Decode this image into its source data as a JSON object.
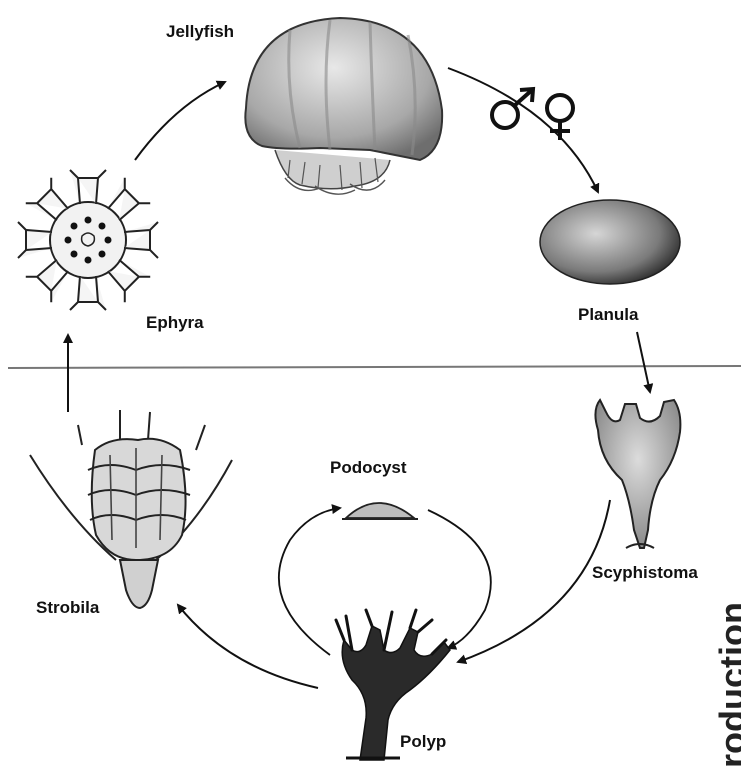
{
  "stages": {
    "jellyfish": "Jellyfish",
    "planula": "Planula",
    "scyphistoma": "Scyphistoma",
    "polyp": "Polyp",
    "podocyst": "Podocyst",
    "strobila": "Strobila",
    "ephyra": "Ephyra"
  },
  "side_text": "roduction",
  "sexual_symbols": "♂♀",
  "divider_color": "#777777"
}
